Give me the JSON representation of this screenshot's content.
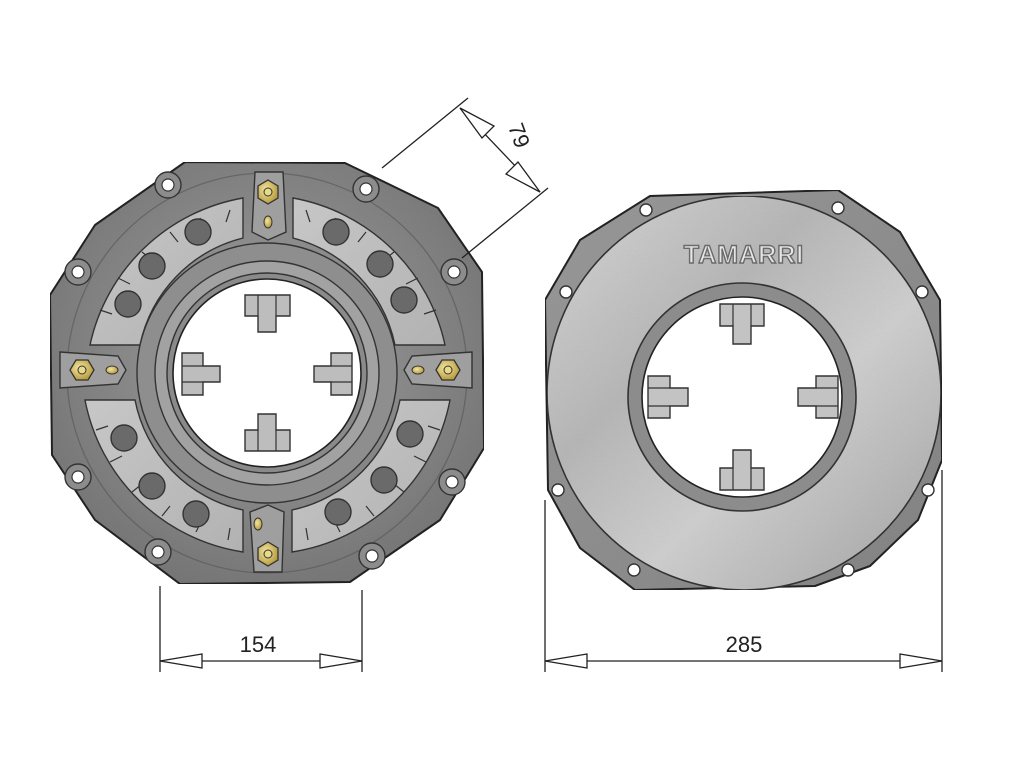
{
  "dimensions": {
    "left_width": "154",
    "right_width": "285",
    "height": "79"
  },
  "brand": "TAMARRI",
  "colors": {
    "metal_dark": "#7c7c7c",
    "metal_mid": "#9a9a9a",
    "metal_light": "#c9c9c9",
    "outline": "#222222",
    "brass": "#d8c46a"
  }
}
